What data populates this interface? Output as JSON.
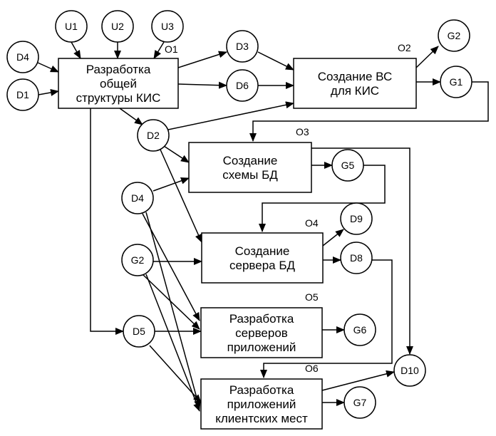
{
  "circles": [
    {
      "id": "u1",
      "label": "U1"
    },
    {
      "id": "u2",
      "label": "U2"
    },
    {
      "id": "u3",
      "label": "U3"
    },
    {
      "id": "d4a",
      "label": "D4"
    },
    {
      "id": "d1",
      "label": "D1"
    },
    {
      "id": "d3",
      "label": "D3"
    },
    {
      "id": "d6",
      "label": "D6"
    },
    {
      "id": "g2a",
      "label": "G2"
    },
    {
      "id": "g1",
      "label": "G1"
    },
    {
      "id": "d2",
      "label": "D2"
    },
    {
      "id": "g5",
      "label": "G5"
    },
    {
      "id": "d4b",
      "label": "D4"
    },
    {
      "id": "d9",
      "label": "D9"
    },
    {
      "id": "g2b",
      "label": "G2"
    },
    {
      "id": "d8",
      "label": "D8"
    },
    {
      "id": "d5",
      "label": "D5"
    },
    {
      "id": "g6",
      "label": "G6"
    },
    {
      "id": "d10",
      "label": "D10"
    },
    {
      "id": "g7",
      "label": "G7"
    }
  ],
  "boxes": [
    {
      "id": "o1",
      "op": "O1",
      "lines": [
        "Разработка",
        "общей",
        "структуры КИС"
      ]
    },
    {
      "id": "o2",
      "op": "O2",
      "lines": [
        "Создание ВС",
        "для КИС"
      ]
    },
    {
      "id": "o3",
      "op": "O3",
      "lines": [
        "Создание",
        "схемы БД"
      ]
    },
    {
      "id": "o4",
      "op": "O4",
      "lines": [
        "Создание",
        "сервера БД"
      ]
    },
    {
      "id": "o5",
      "op": "O5",
      "lines": [
        "Разработка",
        "серверов",
        "приложений"
      ]
    },
    {
      "id": "o6",
      "op": "O6",
      "lines": [
        "Разработка",
        "приложений",
        "клиентских мест"
      ]
    }
  ]
}
